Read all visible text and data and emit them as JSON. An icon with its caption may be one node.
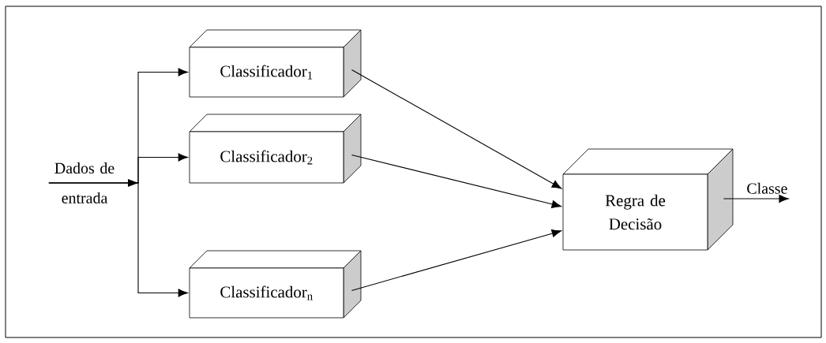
{
  "diagram": {
    "nodes": [
      {
        "text": [
          "Dados de entrada"
        ]
      },
      {
        "text": [
          "Classificador$_{1}$"
        ]
      },
      {
        "text": [
          "Classificador$_{2}$"
        ]
      },
      {
        "text": [
          "Classificador$_{n}$"
        ]
      },
      {
        "text": [
          "Regra de Decisão"
        ]
      }
    ],
    "edges": [
      {
        "from": 0,
        "to": 1,
        "arrow": "to"
      },
      {
        "from": 0,
        "to": 2,
        "arrow": "to"
      },
      {
        "from": 0,
        "to": 3,
        "arrow": "to"
      },
      {
        "from": 1,
        "to": 4,
        "arrow": "to"
      },
      {
        "from": 2,
        "to": 4,
        "arrow": "to"
      },
      {
        "from": 3,
        "to": 4,
        "arrow": "to"
      },
      {
        "from": 4,
        "to": null,
        "arrow": "to",
        "label": "Classe"
      }
    ]
  }
}
